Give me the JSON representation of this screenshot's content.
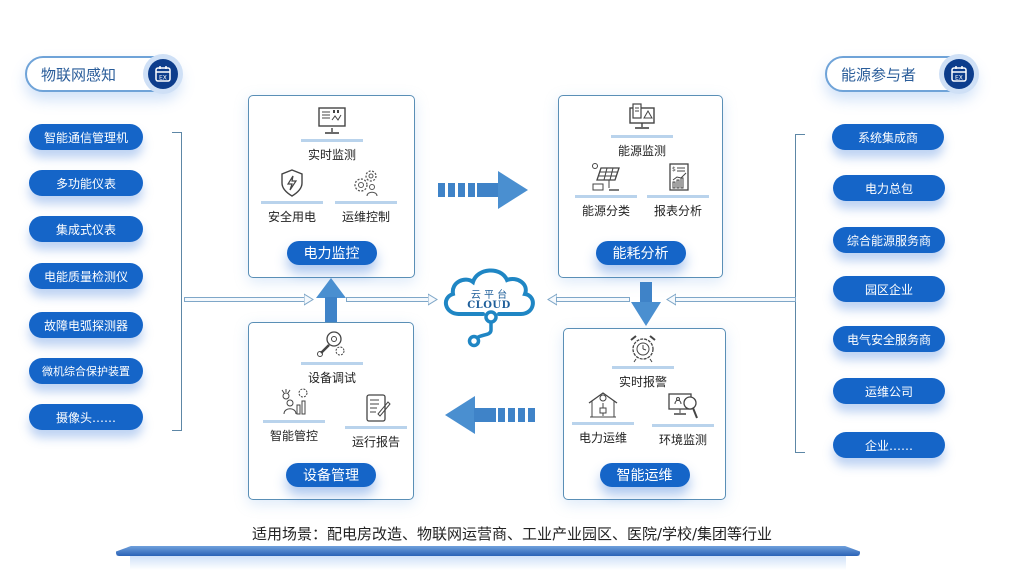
{
  "left_header": {
    "label": "物联网感知",
    "icon": "ex-badge-icon"
  },
  "right_header": {
    "label": "能源参与者",
    "icon": "ex-badge-icon"
  },
  "left_items": [
    "智能通信管理机",
    "多功能仪表",
    "集成式仪表",
    "电能质量检测仪",
    "故障电弧探测器",
    "微机综合保护装置",
    "摄像头……"
  ],
  "right_items": [
    "系统集成商",
    "电力总包",
    "综合能源服务商",
    "园区企业",
    "电气安全服务商",
    "运维公司",
    "企业……"
  ],
  "modules": {
    "power_monitor": {
      "title": "电力监控",
      "items": [
        {
          "label": "实时监测",
          "icon": "monitor-chart-icon"
        },
        {
          "label": "安全用电",
          "icon": "shield-bolt-icon"
        },
        {
          "label": "运维控制",
          "icon": "gears-person-icon"
        }
      ]
    },
    "energy_analysis": {
      "title": "能耗分析",
      "items": [
        {
          "label": "能源监测",
          "icon": "monitor-warning-icon"
        },
        {
          "label": "能源分类",
          "icon": "solar-panel-icon"
        },
        {
          "label": "报表分析",
          "icon": "report-chart-icon"
        }
      ]
    },
    "device_management": {
      "title": "设备管理",
      "items": [
        {
          "label": "设备调试",
          "icon": "wrench-gear-icon"
        },
        {
          "label": "智能管控",
          "icon": "person-growth-icon"
        },
        {
          "label": "运行报告",
          "icon": "tablet-pen-icon"
        }
      ]
    },
    "smart_ops": {
      "title": "智能运维",
      "items": [
        {
          "label": "实时报警",
          "icon": "alarm-clock-icon"
        },
        {
          "label": "电力运维",
          "icon": "house-plug-icon"
        },
        {
          "label": "环境监测",
          "icon": "monitor-magnifier-icon"
        }
      ]
    }
  },
  "cloud": {
    "title": "云 平 台",
    "subtitle": "CLOUD"
  },
  "footer": {
    "text": "适用场景：配电房改造、物联网运营商、工业产业园区、医院/学校/集团等行业"
  },
  "colors": {
    "primary": "#1565c8",
    "dark_badge": "#0d3d8c",
    "arrow": "#3f83c8",
    "border": "#5a8fb6"
  }
}
